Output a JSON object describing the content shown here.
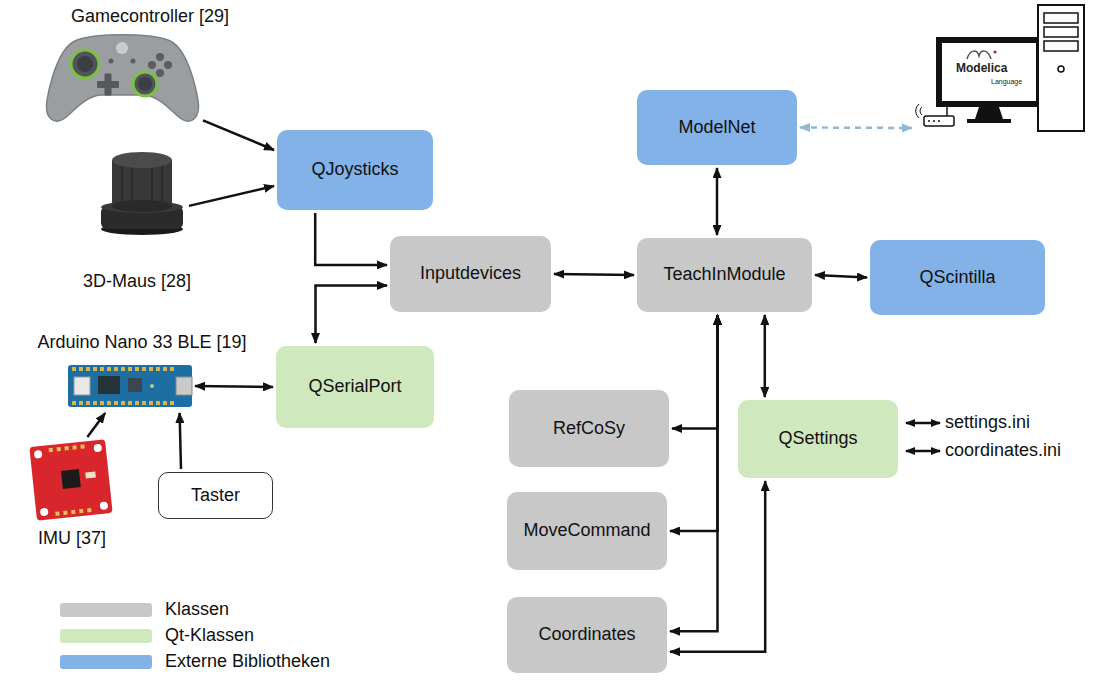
{
  "diagram": {
    "nodes": [
      {
        "text": [
          "Gamecontroller [29]"
        ]
      },
      {
        "text": [
          "QJoysticks"
        ]
      },
      {
        "text": [
          "3D-Maus [28]"
        ]
      },
      {
        "text": [
          "Inputdevices"
        ]
      },
      {
        "text": [
          "Arduino Nano 33 BLE [19]"
        ]
      },
      {
        "text": [
          "QSerialPort"
        ]
      },
      {
        "text": [
          "IMU [37]"
        ]
      },
      {
        "text": [
          "Taster"
        ]
      },
      {
        "text": [
          "ModelNet"
        ]
      },
      {
        "text": [
          "Modelica",
          "Language"
        ]
      },
      {
        "text": [
          "TeachInModule"
        ]
      },
      {
        "text": [
          "QScintilla"
        ]
      },
      {
        "text": [
          "RefCoSy"
        ]
      },
      {
        "text": [
          "QSettings"
        ]
      },
      {
        "text": [
          "MoveCommand"
        ]
      },
      {
        "text": [
          "Coordinates"
        ]
      }
    ],
    "edges": [
      {
        "from": 0,
        "to": 1,
        "arrow": "to"
      },
      {
        "from": 2,
        "to": 1,
        "arrow": "to"
      },
      {
        "from": 1,
        "to": 3,
        "arrow": "to"
      },
      {
        "from": 3,
        "to": 5,
        "arrow": "both"
      },
      {
        "from": 4,
        "to": 5,
        "arrow": "both"
      },
      {
        "from": 6,
        "to": 4,
        "arrow": "to"
      },
      {
        "from": 7,
        "to": 4,
        "arrow": "to"
      },
      {
        "from": 3,
        "to": 10,
        "arrow": "both"
      },
      {
        "from": 8,
        "to": 10,
        "arrow": "both"
      },
      {
        "from": 8,
        "to": 9,
        "arrow": "both"
      },
      {
        "from": 10,
        "to": 11,
        "arrow": "both"
      },
      {
        "from": 10,
        "to": 13,
        "arrow": "both"
      },
      {
        "from": 10,
        "to": 12,
        "arrow": "both"
      },
      {
        "from": 10,
        "to": 14,
        "arrow": "both"
      },
      {
        "from": 10,
        "to": 15,
        "arrow": "both"
      },
      {
        "from": 13,
        "to": 15,
        "arrow": "both"
      }
    ],
    "labels": [
      "settings.ini",
      "coordinates.ini"
    ],
    "legend": [
      {
        "text": "Klassen",
        "color": "#c8c8c8"
      },
      {
        "text": "Qt-Klassen",
        "color": "#cfe8bd"
      },
      {
        "text": "Externe Bibliotheken",
        "color": "#82b2e8"
      }
    ]
  }
}
